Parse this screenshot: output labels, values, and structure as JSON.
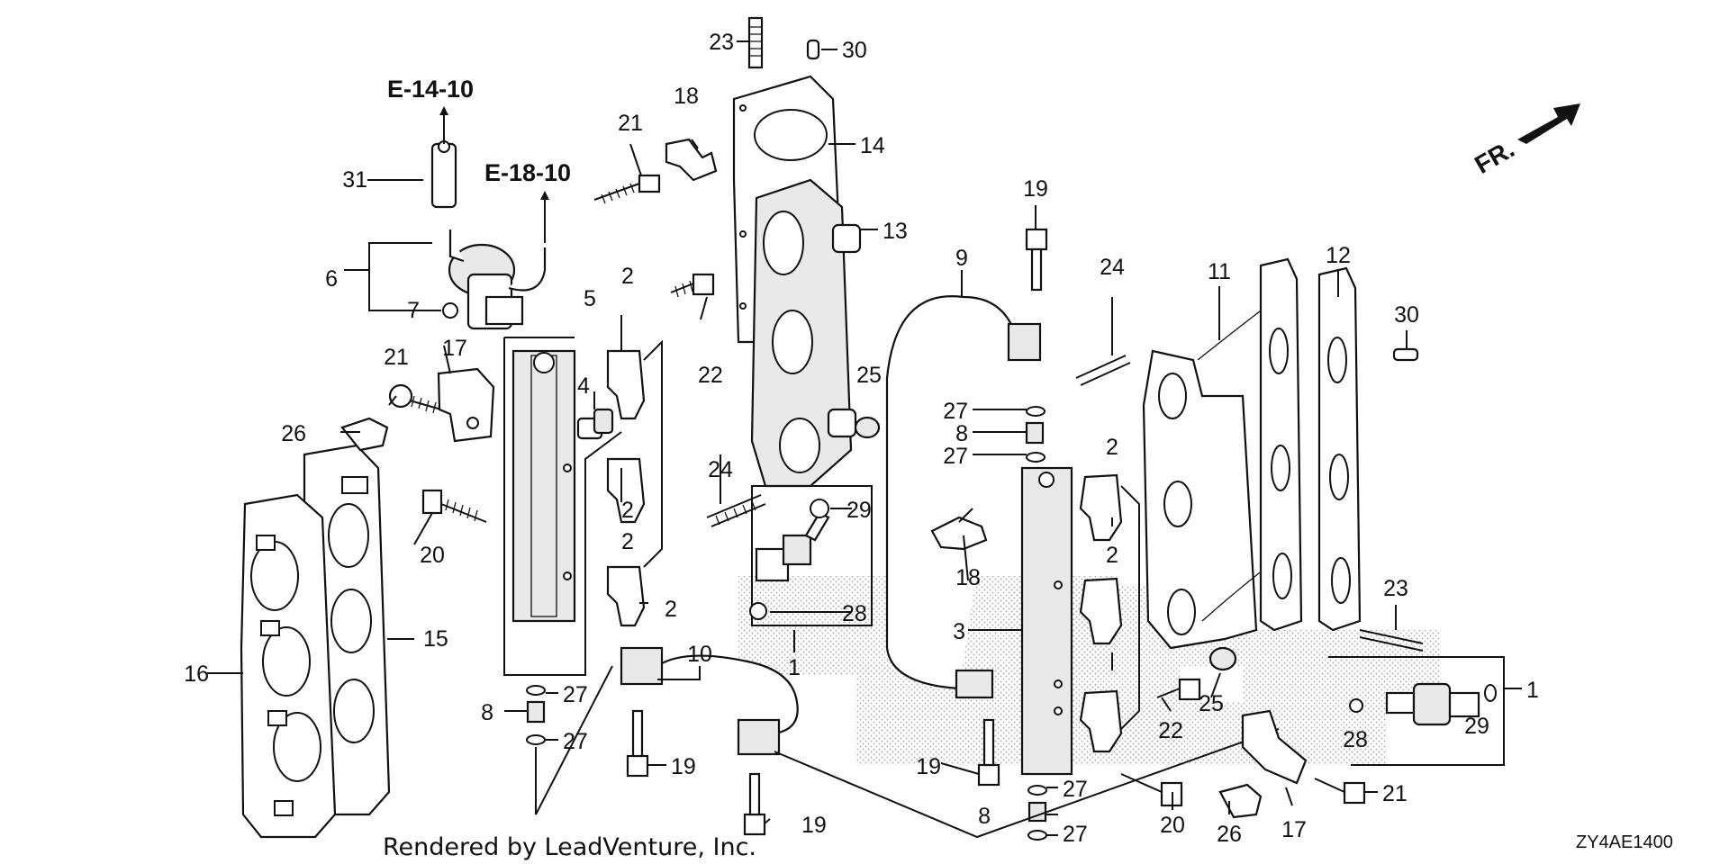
{
  "diagram": {
    "callouts": {
      "c1a": "1",
      "c1b": "1",
      "c2a": "2",
      "c2b": "2",
      "c2c": "2",
      "c2d": "2",
      "c2e": "2",
      "c2f": "2",
      "c3": "3",
      "c4": "4",
      "c5": "5",
      "c6": "6",
      "c7": "7",
      "c8a": "8",
      "c8b": "8",
      "c8c": "8",
      "c9": "9",
      "c10": "10",
      "c11": "11",
      "c12": "12",
      "c13": "13",
      "c14": "14",
      "c15": "15",
      "c16": "16",
      "c17a": "17",
      "c17b": "17",
      "c18a": "18",
      "c18b": "18",
      "c19a": "19",
      "c19b": "19",
      "c19c": "19",
      "c19d": "19",
      "c20a": "20",
      "c20b": "20",
      "c21a": "21",
      "c21b": "21",
      "c21c": "21",
      "c22a": "22",
      "c22b": "22",
      "c23a": "23",
      "c23b": "23",
      "c24a": "24",
      "c24b": "24",
      "c25a": "25",
      "c25b": "25",
      "c26a": "26",
      "c26b": "26",
      "c27a": "27",
      "c27b": "27",
      "c27c": "27",
      "c27d": "27",
      "c27e": "27",
      "c27f": "27",
      "c28a": "28",
      "c28b": "28",
      "c29a": "29",
      "c29b": "29",
      "c30a": "30",
      "c30b": "30",
      "c31": "31"
    },
    "refs": {
      "e14": "E-14-10",
      "e18": "E-18-10"
    },
    "direction_label": "FR.",
    "credit": "Rendered by LeadVenture, Inc.",
    "diagram_code": "ZY4AE1400"
  }
}
